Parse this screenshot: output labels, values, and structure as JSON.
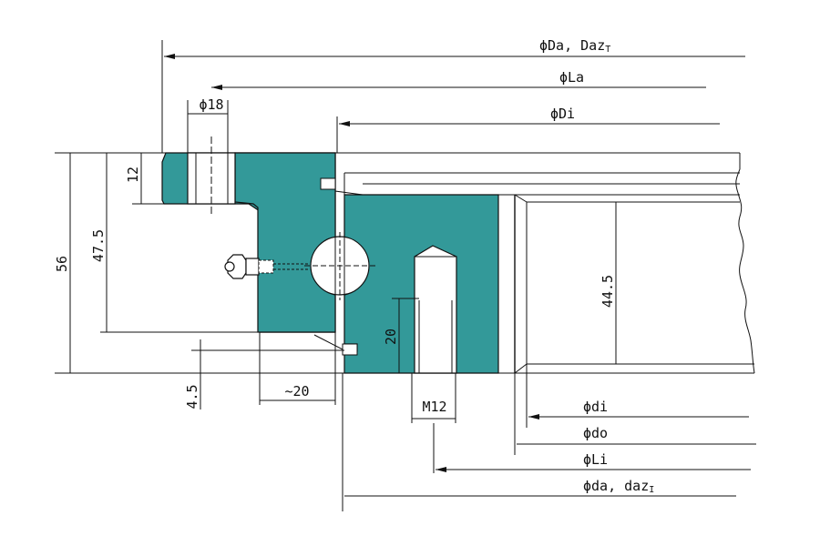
{
  "colors": {
    "part_fill": "#339999",
    "line": "#111111",
    "background": "#ffffff"
  },
  "diameters": {
    "Da": "ϕDa, Daz",
    "Da_sub": "T",
    "La": "ϕLa",
    "Di": "ϕDi",
    "di": "ϕdi",
    "do": "ϕdo",
    "Li": "ϕLi",
    "da": "ϕda, daz",
    "da_sub": "I"
  },
  "dimensions": {
    "hole_dia": "ϕ18",
    "height_total": "56",
    "height_inner": "47.5",
    "flange_height": "12",
    "offset_bottom": "4.5",
    "gap_width": "~20",
    "thread_depth": "20",
    "thread": "M12",
    "inner_height": "44.5"
  }
}
